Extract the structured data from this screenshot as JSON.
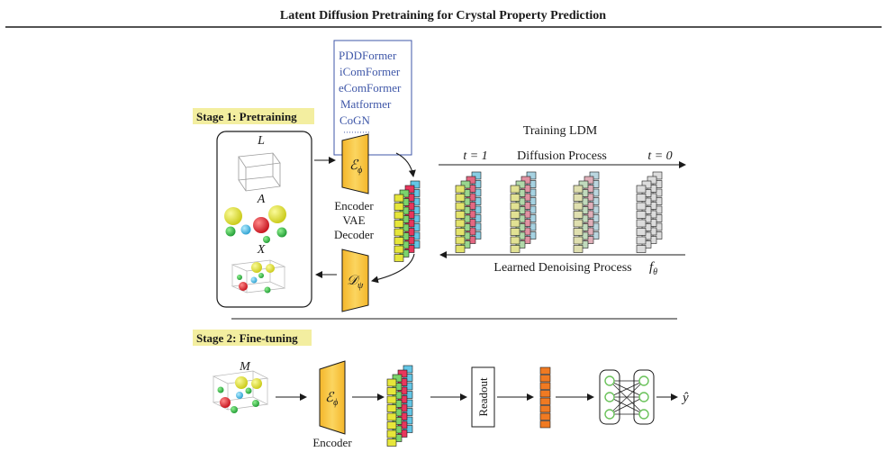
{
  "header": {
    "title": "Latent Diffusion Pretraining for Crystal Property Prediction"
  },
  "stage1": {
    "label": "Stage 1: Pretraining",
    "crystal": {
      "lattice_label": "L",
      "atom_label": "A",
      "coord_label": "X"
    },
    "encoder_symbol": "ℰ",
    "encoder_sub": "ϕ",
    "decoder_symbol": "𝒟",
    "decoder_sub": "ψ",
    "encoder_word": "Encoder",
    "vae_word": "VAE",
    "decoder_word": "Decoder",
    "models": [
      "PDDFormer",
      "iComFormer",
      "eComFormer",
      "Matformer",
      "CoGN"
    ],
    "models_more": "··········",
    "training_label": "Training LDM",
    "t_start": "t = 1",
    "t_end": "t = 0",
    "diffusion_label": "Diffusion Process",
    "denoise_label": "Learned Denoising Process",
    "denoise_symbol": "f",
    "denoise_sub": "θ"
  },
  "stage2": {
    "label": "Stage 2: Fine-tuning",
    "crystal_label": "M",
    "encoder_symbol": "ℰ",
    "encoder_sub": "ϕ",
    "encoder_word": "Encoder",
    "readout_label": "Readout",
    "output_label": "ŷ"
  },
  "colors": {
    "stage_highlight": "#f3eea0",
    "encoder_fill": "#f7c63e",
    "latent_yellow": "#e6e63a",
    "latent_green": "#7bd46b",
    "latent_red": "#e8365c",
    "latent_cyan": "#63c6e6",
    "readout_orange": "#f07a22",
    "mlp_node": "#6ac25a",
    "model_text": "#3f57a8"
  }
}
